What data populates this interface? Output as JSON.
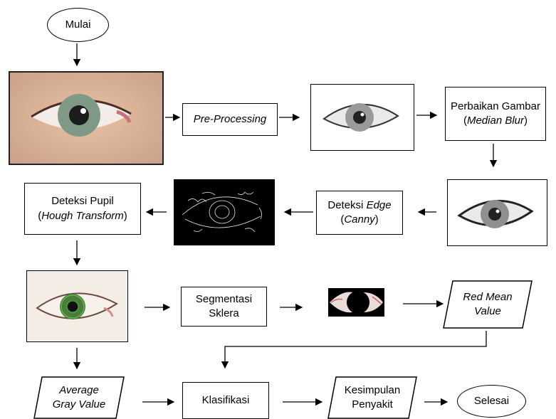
{
  "colors": {
    "line": "#000000",
    "skin": "#e9c2a6",
    "iris": "#7f9a86"
  },
  "nodes": {
    "start": "Mulai",
    "preprocessing": "Pre-Processing",
    "perbaikan_line1": "Perbaikan Gambar",
    "perbaikan_line2_open": "(",
    "perbaikan_line2_it": "Median Blur",
    "perbaikan_line2_close": ")",
    "edge_line1_a": "Deteksi ",
    "edge_line1_it": "Edge",
    "edge_line2_open": "(",
    "edge_line2_it": "Canny",
    "edge_line2_close": ")",
    "pupil_line1": "Deteksi Pupil",
    "pupil_line2_open": "(",
    "pupil_line2_it": "Hough Transform",
    "pupil_line2_close": ")",
    "segmentasi_line1": "Segmentasi",
    "segmentasi_line2": "Sklera",
    "red_line1": "Red Mean",
    "red_line2": "Value",
    "gray_line1": "Average",
    "gray_line2": "Gray Value",
    "klasifikasi": "Klasifikasi",
    "kesimpulan_line1": "Kesimpulan",
    "kesimpulan_line2": "Penyakit",
    "end": "Selesai"
  },
  "images": {
    "original": "eye-photo-original",
    "preprocessed": "eye-photo-grayscale",
    "median": "eye-photo-median-blur",
    "edges": "eye-edge-map",
    "hough": "eye-photo-pupil-detected",
    "sclera": "eye-sclera-segmented"
  }
}
